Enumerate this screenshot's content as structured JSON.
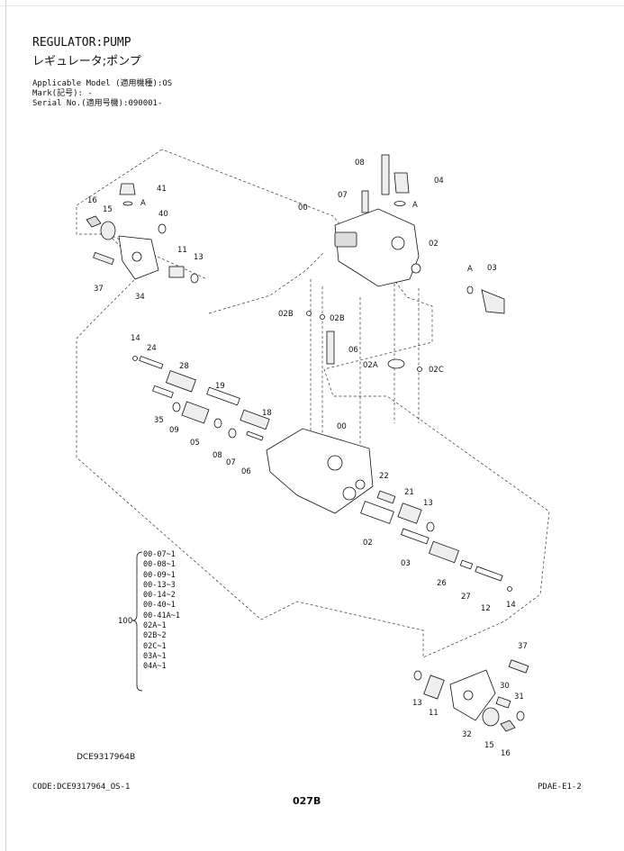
{
  "header": {
    "title_en": "REGULATOR:PUMP",
    "title_jp": "レギュレータ;ポンプ",
    "applicable_model": "Applicable Model (適用機種):OS",
    "mark": "Mark(記号): -",
    "serial_no": "Serial No.(適用号機):090001-"
  },
  "callouts": [
    "41",
    "A",
    "40",
    "16",
    "15",
    "11",
    "13",
    "37",
    "34",
    "00",
    "08",
    "07",
    "04",
    "A",
    "02",
    "A",
    "03",
    "02B",
    "02B",
    "06",
    "02A",
    "02C",
    "14",
    "24",
    "28",
    "19",
    "18",
    "35",
    "09",
    "05",
    "08",
    "07",
    "06",
    "00",
    "22",
    "21",
    "13",
    "02",
    "03",
    "26",
    "27",
    "12",
    "14",
    "37",
    "13",
    "30",
    "31",
    "11",
    "32",
    "15",
    "16"
  ],
  "kit": {
    "quantity_label": "100",
    "items": [
      "00-07~1",
      "00-08~1",
      "00-09~1",
      "00-13~3",
      "00-14~2",
      "00-40~1",
      "00-41A~1",
      "02A~1",
      "02B~2",
      "02C~1",
      "03A~1",
      "04A~1"
    ]
  },
  "drawing_number": "DCE9317964B",
  "footer": {
    "code": "CODE:DCE9317964_OS-1",
    "ref": "PDAE-E1-2",
    "page": "027B"
  }
}
